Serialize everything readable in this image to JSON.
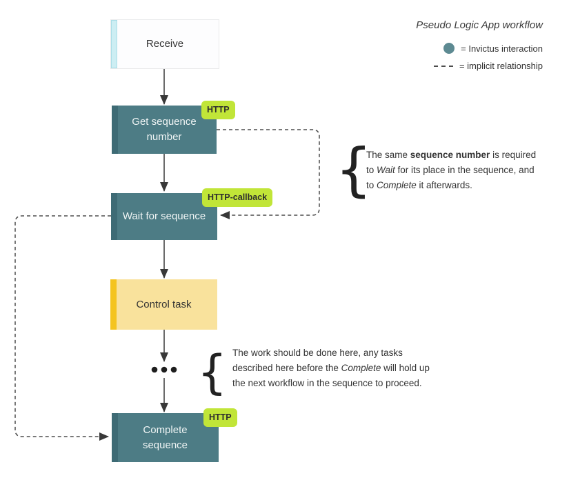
{
  "colors": {
    "teal": "#4d7c85",
    "teal_dark": "#3e6b75",
    "yellow": "#f9e29c",
    "yellow_dark": "#f4c41f",
    "cyan": "#cdeef3",
    "badge_bg": "#c1e538",
    "badge_text": "#2d2d2d",
    "ink": "#333333",
    "line": "#383838",
    "dash": "#4d4d4d",
    "legend_circle": "#5d8a92",
    "node_light_text": "#f0f5f5"
  },
  "legend": {
    "title": "Pseudo Logic App workflow",
    "items": [
      {
        "symbol": "invictus-circle",
        "label": "= Invictus interaction"
      },
      {
        "symbol": "dashed-line",
        "label": "= implicit relationship"
      }
    ]
  },
  "nodes": [
    {
      "id": "receive",
      "label": "Receive",
      "badge": ""
    },
    {
      "id": "get-sequence-number",
      "label": "Get sequence number",
      "badge": "HTTP"
    },
    {
      "id": "wait-for-sequence",
      "label": "Wait for sequence",
      "badge": "HTTP-callback"
    },
    {
      "id": "control-task",
      "label": "Control task",
      "badge": ""
    },
    {
      "id": "complete-sequence",
      "label": "Complete sequence",
      "badge": "HTTP"
    }
  ],
  "icons": {
    "brace": "{",
    "ellipsis": "..."
  },
  "callouts": [
    {
      "lines": [
        [
          {
            "t": "The same "
          },
          {
            "t": "sequence number"
          },
          {
            "t": " is required"
          }
        ],
        [
          {
            "t": "to "
          },
          {
            "t": "Wait"
          },
          {
            "t": " for its place in the sequence, and"
          }
        ],
        [
          {
            "t": "to "
          },
          {
            "t": "Complete"
          },
          {
            "t": " it afterwards."
          }
        ]
      ]
    },
    {
      "lines": [
        [
          {
            "t": "The work should be done here, any tasks"
          }
        ],
        [
          {
            "t": "described here before the "
          },
          {
            "t": "Complete"
          },
          {
            "t": " will hold up"
          }
        ],
        [
          {
            "t": "the next workflow in the sequence to proceed."
          }
        ]
      ]
    }
  ]
}
